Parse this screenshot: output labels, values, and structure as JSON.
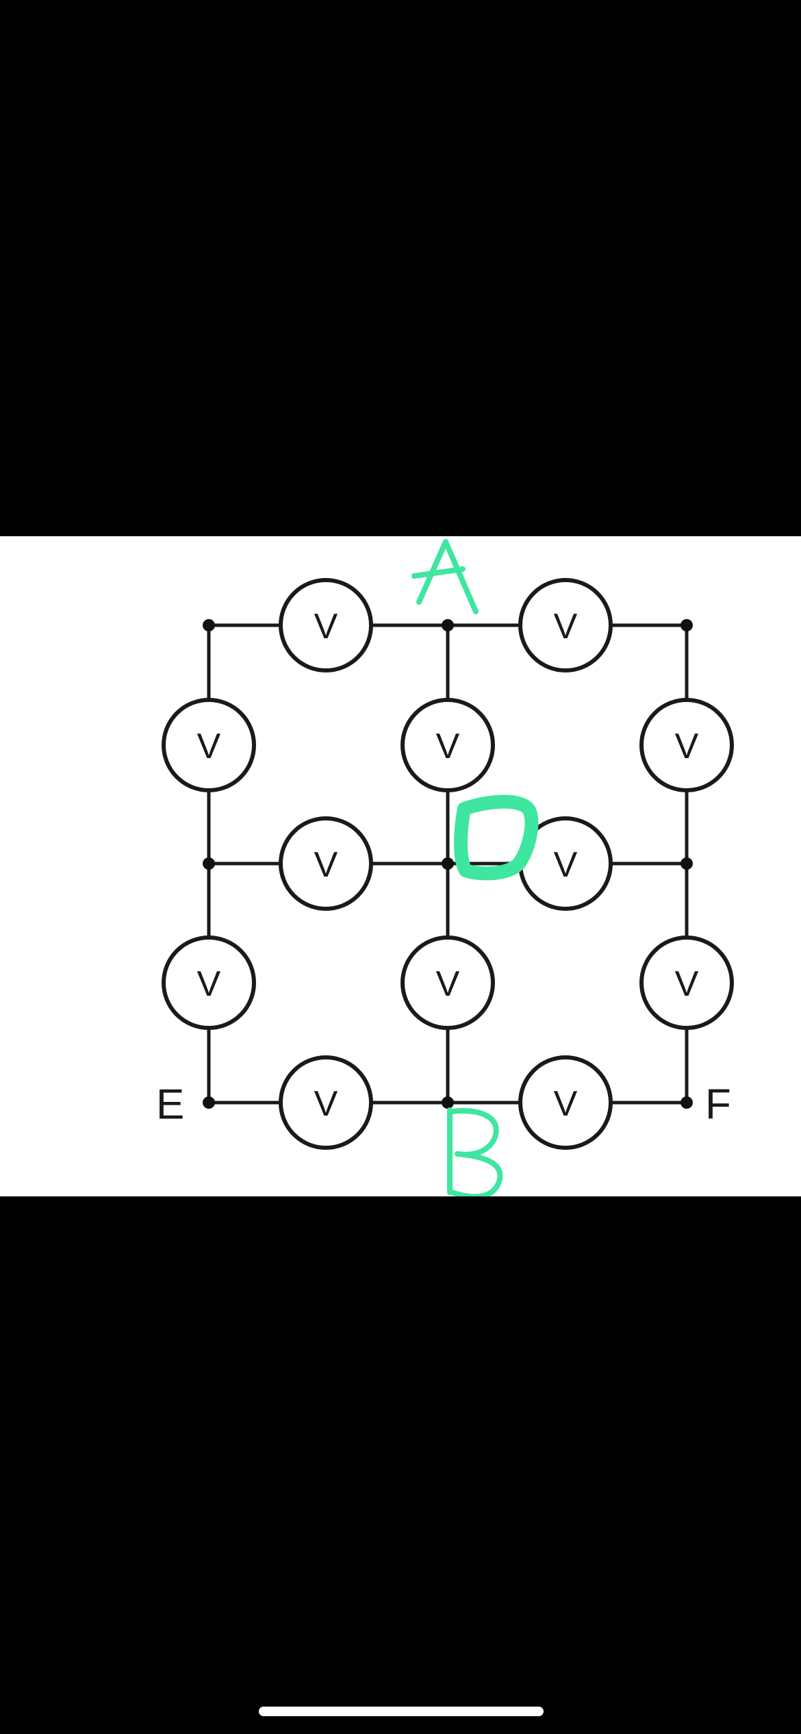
{
  "diagram": {
    "meter_symbol": "V",
    "meter_count": 12,
    "terminals": {
      "left": "E",
      "right": "F"
    },
    "annotations": {
      "top_label": "A",
      "bottom_label": "B",
      "mark_shape": "hand-drawn blob at center node",
      "ink_color": "#3ee6a0"
    },
    "colors": {
      "background": "#000000",
      "photo_background": "#ffffff",
      "line": "#1a1a1a"
    }
  }
}
